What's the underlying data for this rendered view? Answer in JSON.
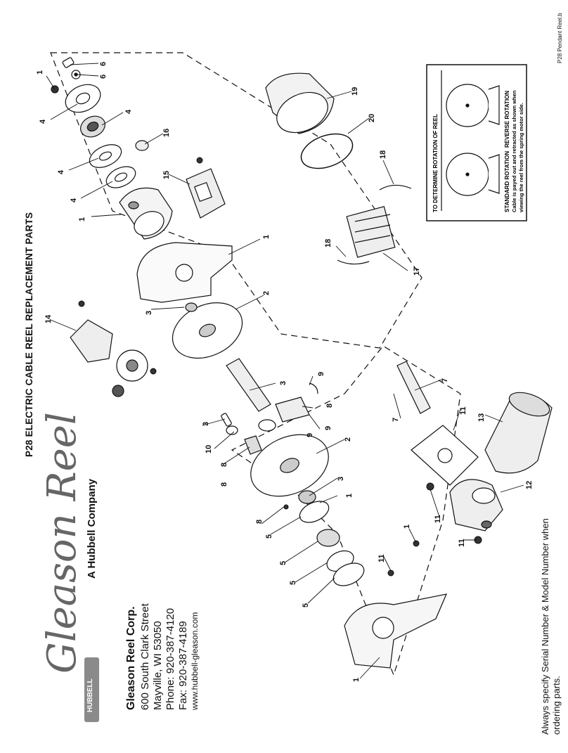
{
  "header": {
    "title": "P28 ELECTRIC CABLE REEL REPLACEMENT PARTS",
    "page_code": "P28 Pendant Reel.b"
  },
  "company": {
    "logo_text": "Gleason Reel",
    "badge_text": "HUBBELL",
    "tagline": "A Hubbell Company",
    "name": "Gleason Reel Corp.",
    "address": "600 South Clark Street",
    "city": "Mayville, WI  53050",
    "phone": "Phone: 920-387-4120",
    "fax": "Fax: 920-387-4189",
    "web": "www.hubbell-gleason.com"
  },
  "footer_note": "Always specify Serial Number & Model Number when ordering parts.",
  "rotation_box": {
    "heading": "TO DETERMINE ROTATION OF REEL",
    "standard_title": "STANDARD ROTATION",
    "standard_desc": "Cable is payed out and retracted as shown when",
    "reverse_title": "REVERSE ROTATION",
    "reverse_desc": "viewing the reel from the spring motor side."
  },
  "callouts": [
    "1",
    "6",
    "6",
    "4",
    "4",
    "16",
    "4",
    "4",
    "15",
    "1",
    "19",
    "20",
    "18",
    "18",
    "17",
    "1",
    "14",
    "3",
    "2",
    "3",
    "9",
    "9",
    "8",
    "9",
    "3",
    "10",
    "8",
    "8",
    "2",
    "3",
    "1",
    "8",
    "5",
    "5",
    "5",
    "5",
    "7",
    "7",
    "11",
    "13",
    "12",
    "11",
    "11",
    "1",
    "11",
    "1"
  ]
}
